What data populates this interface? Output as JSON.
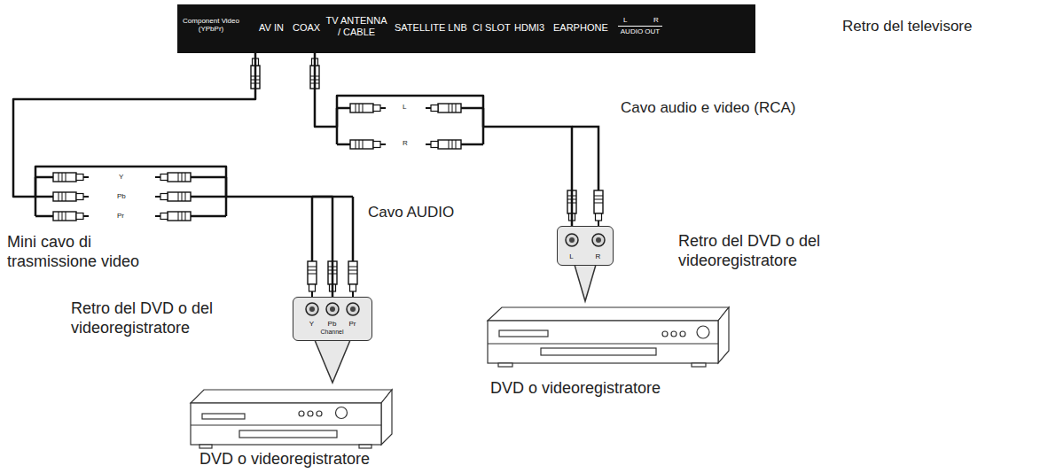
{
  "diagram": {
    "nodes": [
      {
        "text": [
          "Component Video (YPbPr)",
          "AV IN",
          "COAX",
          "TV ANTENNA / CABLE",
          "SATELLITE LNB",
          "CI SLOT",
          "HDMI3",
          "EARPHONE",
          "L",
          "R",
          "AUDIO OUT"
        ]
      },
      {
        "text": [
          "Y",
          "Pb",
          "Pr",
          "Channel"
        ]
      },
      {
        "text": [
          "L",
          "R"
        ]
      }
    ],
    "edges": [
      {
        "from": 0,
        "to": 1,
        "arrow": "none"
      },
      {
        "from": 0,
        "to": 2,
        "arrow": "none"
      }
    ],
    "labels": [
      "Retro del televisore",
      "Cavo audio e video (RCA)",
      "L",
      "R",
      "Y",
      "Pb",
      "Pr",
      "Cavo AUDIO",
      "Mini cavo di trasmissione video",
      "Retro del DVD o del videoregistratore",
      "Retro del DVD o del videoregistratore",
      "DVD o videoregistratore",
      "DVD o videoregistratore"
    ]
  }
}
